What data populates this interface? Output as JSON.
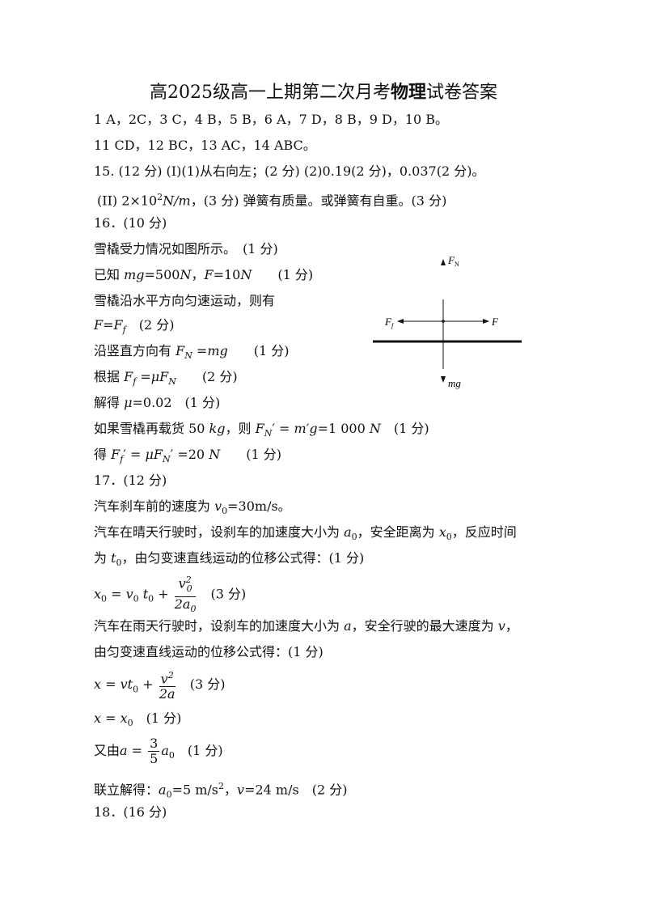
{
  "title": {
    "prefix": "高2025级高一上期第二次月考",
    "bold": "物理",
    "suffix": "试卷答案"
  },
  "answers_1": "1 A，2C，3 C，4 B，5 B，6 A，7 D，8 B，9 D，10 B。",
  "answers_2": "11 CD，12 BC，13 AC，14 ABC。",
  "q15_1": "15. (12 分) (I)(1)从右向左；(2 分) (2)0.19(2 分)，0.037(2 分)。",
  "q15_2_a": "(II) 2×10",
  "q15_2_sup": "2",
  "q15_2_unit": "N/m",
  "q15_2_b": "，(3 分) 弹簧有质量。或弹簧有自重。(3 分)",
  "q16_head": "16．(10 分)",
  "q16_l1": "雪橇受力情况如图所示。　(1 分)",
  "q16_l2_a": "已知 ",
  "q16_l2_mg": "mg",
  "q16_l2_b": "=500",
  "q16_l2_N": "N",
  "q16_l2_c": "，",
  "q16_l2_F": "F",
  "q16_l2_d": "=10",
  "q16_l2_N2": "N",
  "q16_l2_e": "　　(1 分)",
  "q16_l3": "雪橇沿水平方向匀速运动，则有",
  "q16_l4_F": "F",
  "q16_l4_eq": "=",
  "q16_l4_Ff": "F",
  "q16_l4_sub": "f",
  "q16_l4_b": "　(2 分)",
  "q16_l5_a": "沿竖直方向有 ",
  "q16_l5_F": "F",
  "q16_l5_sub": "N",
  "q16_l5_b": " =",
  "q16_l5_mg": "mg",
  "q16_l5_c": "　　(1 分)",
  "q16_l6_a": "根据 ",
  "q16_l6_F": "F",
  "q16_l6_sub": "f",
  "q16_l6_b": " =",
  "q16_l6_mu": "μF",
  "q16_l6_sub2": "N",
  "q16_l6_c": "　　(2 分)",
  "q16_l7_a": "解得 ",
  "q16_l7_mu": "μ",
  "q16_l7_b": "=0.02　(1 分)",
  "q16_l8_a": "如果雪橇再载货 50  ",
  "q16_l8_kg": "kg",
  "q16_l8_b": "，则 ",
  "q16_l8_F": "F",
  "q16_l8_sub": "N",
  "q16_l8_c": "′ = ",
  "q16_l8_mg": "m′g",
  "q16_l8_d": "=1 000  ",
  "q16_l8_N": "N",
  "q16_l8_e": "　(1 分)",
  "q16_l9_a": "得 ",
  "q16_l9_F": "F",
  "q16_l9_sub": "f",
  "q16_l9_b": "′ = ",
  "q16_l9_mu": "μF",
  "q16_l9_sub2": "N",
  "q16_l9_c": "′ =20  ",
  "q16_l9_N": "N",
  "q16_l9_d": "　　(1 分)",
  "diagram": {
    "FN": "F",
    "FN_sub": "N",
    "Ff": "F",
    "Ff_sub": "f",
    "F": "F",
    "mg": "mg"
  },
  "q17_head": "17．(12 分)",
  "q17_l1_a": "汽车刹车前的速度为 ",
  "q17_l1_v": "v",
  "q17_l1_sub": "0",
  "q17_l1_b": "=30m/s。",
  "q17_l2_a": "汽车在晴天行驶时，设刹车的加速度大小为 ",
  "q17_l2_a0": "a",
  "q17_l2_sub1": "0",
  "q17_l2_b": "，安全距离为 ",
  "q17_l2_x0": "x",
  "q17_l2_sub2": "0",
  "q17_l2_c": "，反应时间",
  "q17_l3_a": "为 ",
  "q17_l3_t0": "t",
  "q17_l3_sub": "0",
  "q17_l3_b": "，由匀变速直线运动的位移公式得：(1 分)",
  "q17_f1_lhs": "x",
  "q17_f1_lhs_sub": "0",
  "q17_f1_eq": " = ",
  "q17_f1_v": "v",
  "q17_f1_v_sub": "0",
  "q17_f1_t": " t",
  "q17_f1_t_sub": "0",
  "q17_f1_plus": " + ",
  "q17_f1_num": "v",
  "q17_f1_num_sub": "0",
  "q17_f1_num_sup": "2",
  "q17_f1_den": "2a",
  "q17_f1_den_sub": "0",
  "q17_f1_score": "　(3 分)",
  "q17_l4_a": "汽车在雨天行驶时，设刹车的加速度大小为 ",
  "q17_l4_a1": "a",
  "q17_l4_b": "，安全行驶的最大速度为 ",
  "q17_l4_v": "v",
  "q17_l4_c": "，",
  "q17_l5": "由匀变速直线运动的位移公式得：(1 分)",
  "q17_f2_lhs": "x",
  "q17_f2_eq": " = ",
  "q17_f2_vt": "vt",
  "q17_f2_vt_sub": "0",
  "q17_f2_plus": " + ",
  "q17_f2_num": "v",
  "q17_f2_num_sup": "2",
  "q17_f2_den": "2a",
  "q17_f2_score": "　(3 分)",
  "q17_f3_x": "x",
  "q17_f3_eq": " = ",
  "q17_f3_x0": "x",
  "q17_f3_sub": "0",
  "q17_f3_score": "　(1 分)",
  "q17_f4_a": "又由",
  "q17_f4_lhs": "a",
  "q17_f4_eq": " = ",
  "q17_f4_num": "3",
  "q17_f4_den": "5",
  "q17_f4_a0": "a",
  "q17_f4_sub": "0",
  "q17_f4_score": "　(1 分)",
  "q17_l6_a": "联立解得：",
  "q17_l6_a0": "a",
  "q17_l6_sub": "0",
  "q17_l6_b": "=5 m/s",
  "q17_l6_sup": "2",
  "q17_l6_c": "，",
  "q17_l6_v": "v",
  "q17_l6_d": "=24 m/s　(2 分)",
  "q18_head": "18．(16 分)"
}
